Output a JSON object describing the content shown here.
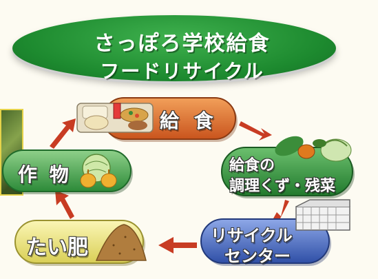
{
  "title": {
    "line1": "さっぽろ学校給食",
    "line2": "フードリサイクル"
  },
  "cycle_nodes": [
    {
      "label": "給 食"
    },
    {
      "label_line1": "給食の",
      "label_line2": "調理くず・残菜"
    },
    {
      "label_line1": "リサイクル",
      "label_line2": "センター"
    },
    {
      "label": "たい肥"
    },
    {
      "label": "作 物"
    }
  ],
  "colors": {
    "title_green": "#1d8a2f",
    "school_lunch_node": "#d9652a",
    "food_waste_node": "#2f8f3a",
    "recycle_center_node": "#3a5fb8",
    "compost_node": "#e9e27a",
    "crops_node": "#3a9a45",
    "arrow": "#c83c23"
  },
  "icons": [
    "lunch-tray-icon",
    "vegetables-icon",
    "recycling-facility-icon",
    "compost-pile-icon",
    "cabbage-onion-icon"
  ]
}
